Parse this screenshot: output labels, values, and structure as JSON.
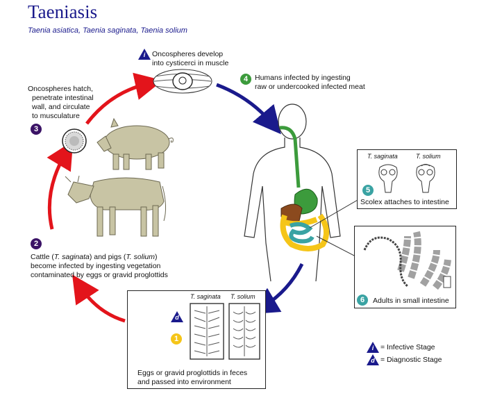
{
  "title": "Taeniasis",
  "subtitle": "Taenia asiatica, Taenia saginata, Taenia solium",
  "stages": {
    "s1": {
      "num": "1",
      "line1": "Eggs or gravid proglottids in feces",
      "line2": "and passed into environment"
    },
    "s2": {
      "num": "2",
      "pre": "Cattle (",
      "cattle_sp": "T. saginata",
      "mid": ") and pigs (",
      "pig_sp": "T. solium",
      "post": ")",
      "line2": "become infected by ingesting vegetation",
      "line3": "contaminated by eggs or gravid proglottids"
    },
    "s3": {
      "num": "3",
      "line1": "Oncospheres hatch,",
      "line2": "penetrate intestinal",
      "line3": "wall, and circulate",
      "line4": "to musculature"
    },
    "si": {
      "line1": "Oncospheres develop",
      "line2": "into cysticerci in muscle"
    },
    "s4": {
      "num": "4",
      "line1": "Humans infected by ingesting",
      "line2": "raw or undercooked infected meat"
    },
    "s5": {
      "num": "5",
      "text": "Scolex attaches to intestine",
      "sp1": "T. saginata",
      "sp2": "T. solium"
    },
    "s6": {
      "num": "6",
      "text": "Adults in small intestine"
    },
    "proglottid_labels": {
      "sp1": "T. saginata",
      "sp2": "T. solium"
    }
  },
  "legend": {
    "infective": {
      "letter": "i",
      "text": "= Infective Stage"
    },
    "diagnostic": {
      "letter": "d",
      "text": "= Diagnostic Stage"
    }
  },
  "colors": {
    "title": "#1a1a8c",
    "red_arrow": "#e3141b",
    "blue_arrow": "#1a1a8c",
    "stage1": "#f5c518",
    "stage2": "#3b1366",
    "stage3": "#3b1366",
    "stage4": "#3c9b3c",
    "stage5": "#3aa3a3",
    "stage6": "#3aa3a3",
    "animal": "#c8c4a4"
  }
}
